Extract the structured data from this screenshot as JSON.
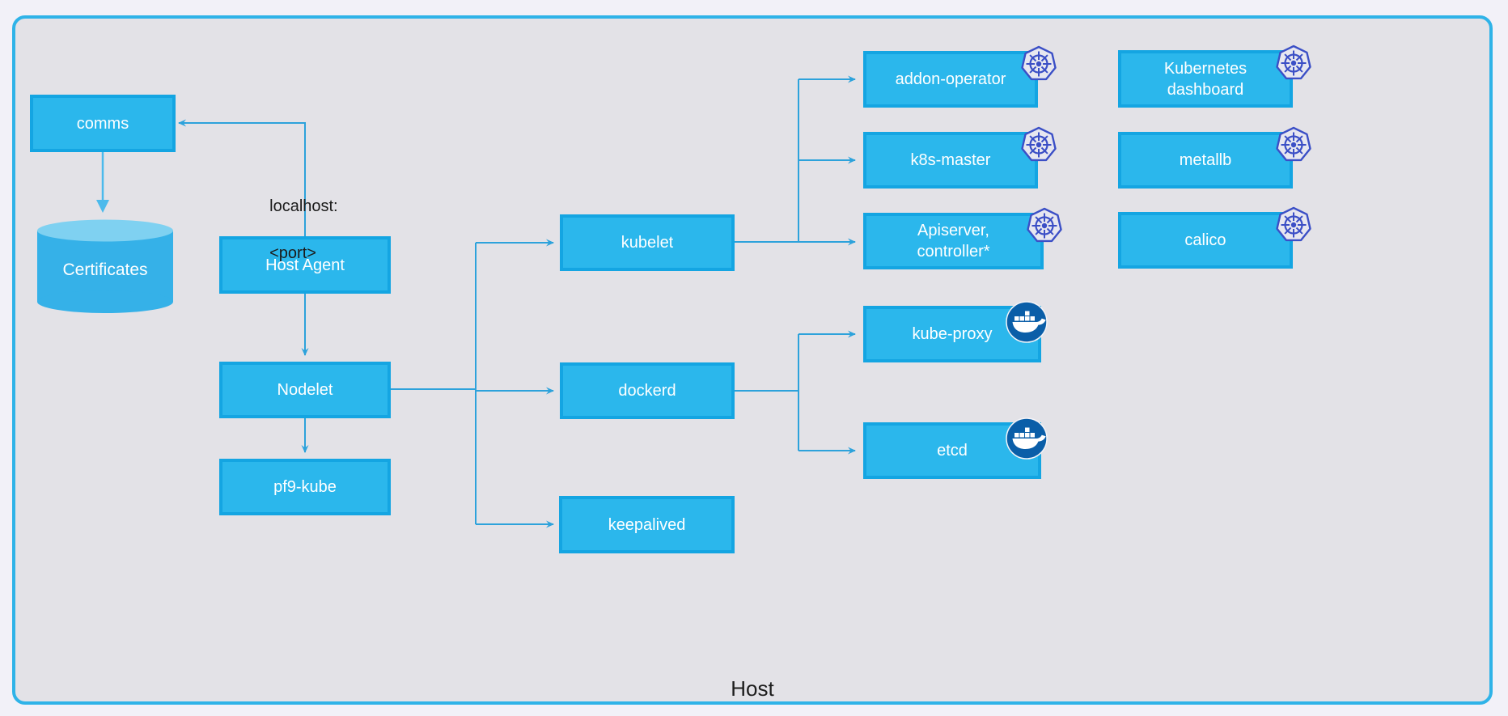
{
  "container": {
    "label": "Host"
  },
  "annotations": {
    "endpoint_line1": "localhost:",
    "endpoint_line2": "<port>"
  },
  "nodes": {
    "comms": {
      "label": "comms"
    },
    "certificates": {
      "label": "Certificates",
      "shape": "cylinder"
    },
    "host_agent": {
      "label": "Host Agent"
    },
    "nodelet": {
      "label": "Nodelet"
    },
    "pf9_kube": {
      "label": "pf9-kube"
    },
    "kubelet": {
      "label": "kubelet"
    },
    "dockerd": {
      "label": "dockerd"
    },
    "keepalived": {
      "label": "keepalived"
    },
    "addon_operator": {
      "label": "addon-operator",
      "icon": "kubernetes"
    },
    "k8s_master": {
      "label": "k8s-master",
      "icon": "kubernetes"
    },
    "apiserver": {
      "label": "Apiserver, controller*",
      "icon": "kubernetes"
    },
    "kube_proxy": {
      "label": "kube-proxy",
      "icon": "docker"
    },
    "etcd": {
      "label": "etcd",
      "icon": "docker"
    },
    "kubernetes_dashboard": {
      "label": "Kubernetes dashboard",
      "icon": "kubernetes"
    },
    "metallb": {
      "label": "metallb",
      "icon": "kubernetes"
    },
    "calico": {
      "label": "calico",
      "icon": "kubernetes"
    }
  },
  "edges": [
    "comms -> certificates",
    "host_agent -> comms (localhost:<port>)",
    "host_agent -> nodelet",
    "nodelet -> pf9_kube",
    "nodelet -> kubelet",
    "nodelet -> dockerd",
    "nodelet -> keepalived",
    "kubelet -> addon_operator",
    "kubelet -> k8s_master",
    "kubelet -> apiserver",
    "dockerd -> kube_proxy",
    "dockerd -> etcd"
  ],
  "colors": {
    "page_background": "#f2f1f8",
    "host_background": "#e3e2e7",
    "host_border": "#2fb3e8",
    "node_fill": "#2bb7ec",
    "node_border": "#14a5e2",
    "connector": "#2da2db",
    "certificates_arrow": "#4cbaec",
    "cylinder_body": "#35b1e8",
    "cylinder_top": "#7fd1f1",
    "kubernetes_icon": "#3b4fc6",
    "docker_icon": "#0a5ea8",
    "node_text": "#ffffff",
    "caption_text": "#1d1d1d"
  }
}
